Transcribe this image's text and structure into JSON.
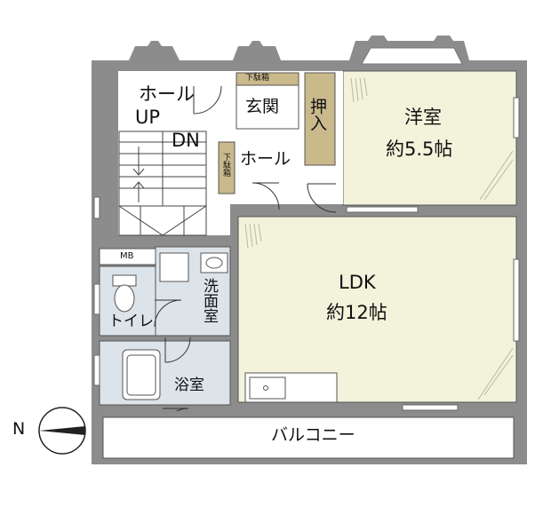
{
  "floor_plan": {
    "rooms": {
      "western_room": {
        "name": "洋室",
        "size": "約5.5帖",
        "color": "#f3f2db"
      },
      "ldk": {
        "name": "LDK",
        "size": "約12帖",
        "color": "#f3f2db"
      },
      "entrance": {
        "name": "玄関"
      },
      "hall_entrance": {
        "name": "ホール"
      },
      "hall_stairs": {
        "name": "ホール"
      },
      "closet": {
        "name": "押入",
        "color": "#c9b98b"
      },
      "toilet": {
        "name": "トイレ"
      },
      "washroom": {
        "name": "洗面室"
      },
      "bathroom": {
        "name": "浴室"
      },
      "balcony": {
        "name": "バルコニー"
      }
    },
    "stairs": {
      "up": "UP",
      "down": "DN"
    },
    "shoe_box_top": "下駄箱",
    "shoe_box_side": "下駄箱",
    "meter_box": "MB",
    "compass": {
      "north_label": "N"
    },
    "colors": {
      "wall": "#8c8c8c",
      "wet_area": "#dce4ea",
      "room_fill": "#f3f2db",
      "closet_fill": "#c9b98b",
      "door_stroke": "#333333"
    }
  }
}
